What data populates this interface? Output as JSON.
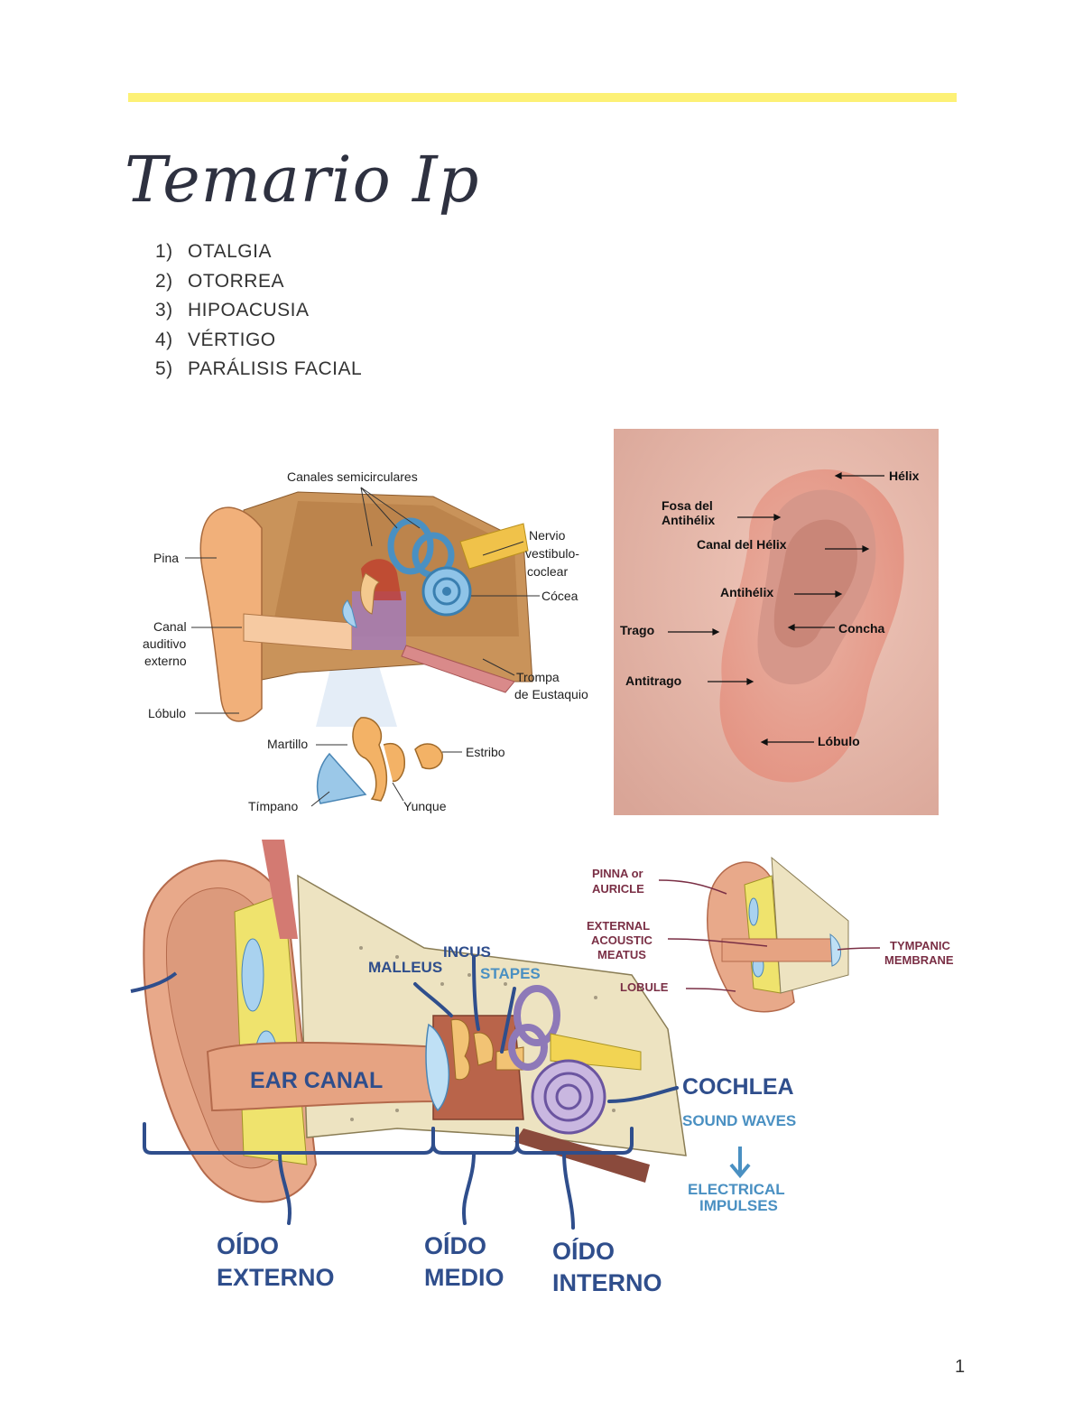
{
  "page": {
    "title": "Temario Ip",
    "topics": [
      {
        "num": "1)",
        "label": "OTALGIA"
      },
      {
        "num": "2)",
        "label": "OTORREA"
      },
      {
        "num": "3)",
        "label": "HIPOACUSIA"
      },
      {
        "num": "4)",
        "label": "VÉRTIGO"
      },
      {
        "num": "5)",
        "label": "PARÁLISIS FACIAL"
      }
    ],
    "page_number": "1"
  },
  "fig1": {
    "semicircular": "Canales semicirculares",
    "pina": "Pina",
    "canal_l1": "Canal",
    "canal_l2": "auditivo",
    "canal_l3": "externo",
    "lobulo": "Lóbulo",
    "nervio_l1": "Nervio",
    "nervio_l2": "vestibulo-",
    "nervio_l3": "coclear",
    "coclea": "Cócea",
    "trompa_l1": "Trompa",
    "trompa_l2": "de Eustaquio",
    "martillo": "Martillo",
    "estribo": "Estribo",
    "timpano": "Tímpano",
    "yunque": "Yunque"
  },
  "fig2": {
    "helix": "Hélix",
    "fosa_l1": "Fosa del",
    "fosa_l2": "Antihélix",
    "canal_helix": "Canal del Hélix",
    "antihelix": "Antihélix",
    "trago": "Trago",
    "concha": "Concha",
    "antitrago": "Antitrago",
    "lobulo": "Lóbulo"
  },
  "fig3": {
    "malleus": "MALLEUS",
    "incus": "INCUS",
    "stapes": "STAPES",
    "ear_canal": "EAR CANAL",
    "cochlea": "COCHLEA",
    "sound_waves": "SOUND WAVES",
    "electrical_l1": "ELECTRICAL",
    "electrical_l2": "IMPULSES",
    "externo_l1": "OÍDO",
    "externo_l2": "EXTERNO",
    "medio_l1": "OÍDO",
    "medio_l2": "MEDIO",
    "interno_l1": "OÍDO",
    "interno_l2": "INTERNO"
  },
  "fig4": {
    "pinna_l1": "PINNA or",
    "pinna_l2": "AURICLE",
    "eam_l1": "EXTERNAL",
    "eam_l2": "ACOUSTIC",
    "eam_l3": "MEATUS",
    "lobule": "LOBULE",
    "tympanic_l1": "TYMPANIC",
    "tympanic_l2": "MEMBRANE"
  }
}
